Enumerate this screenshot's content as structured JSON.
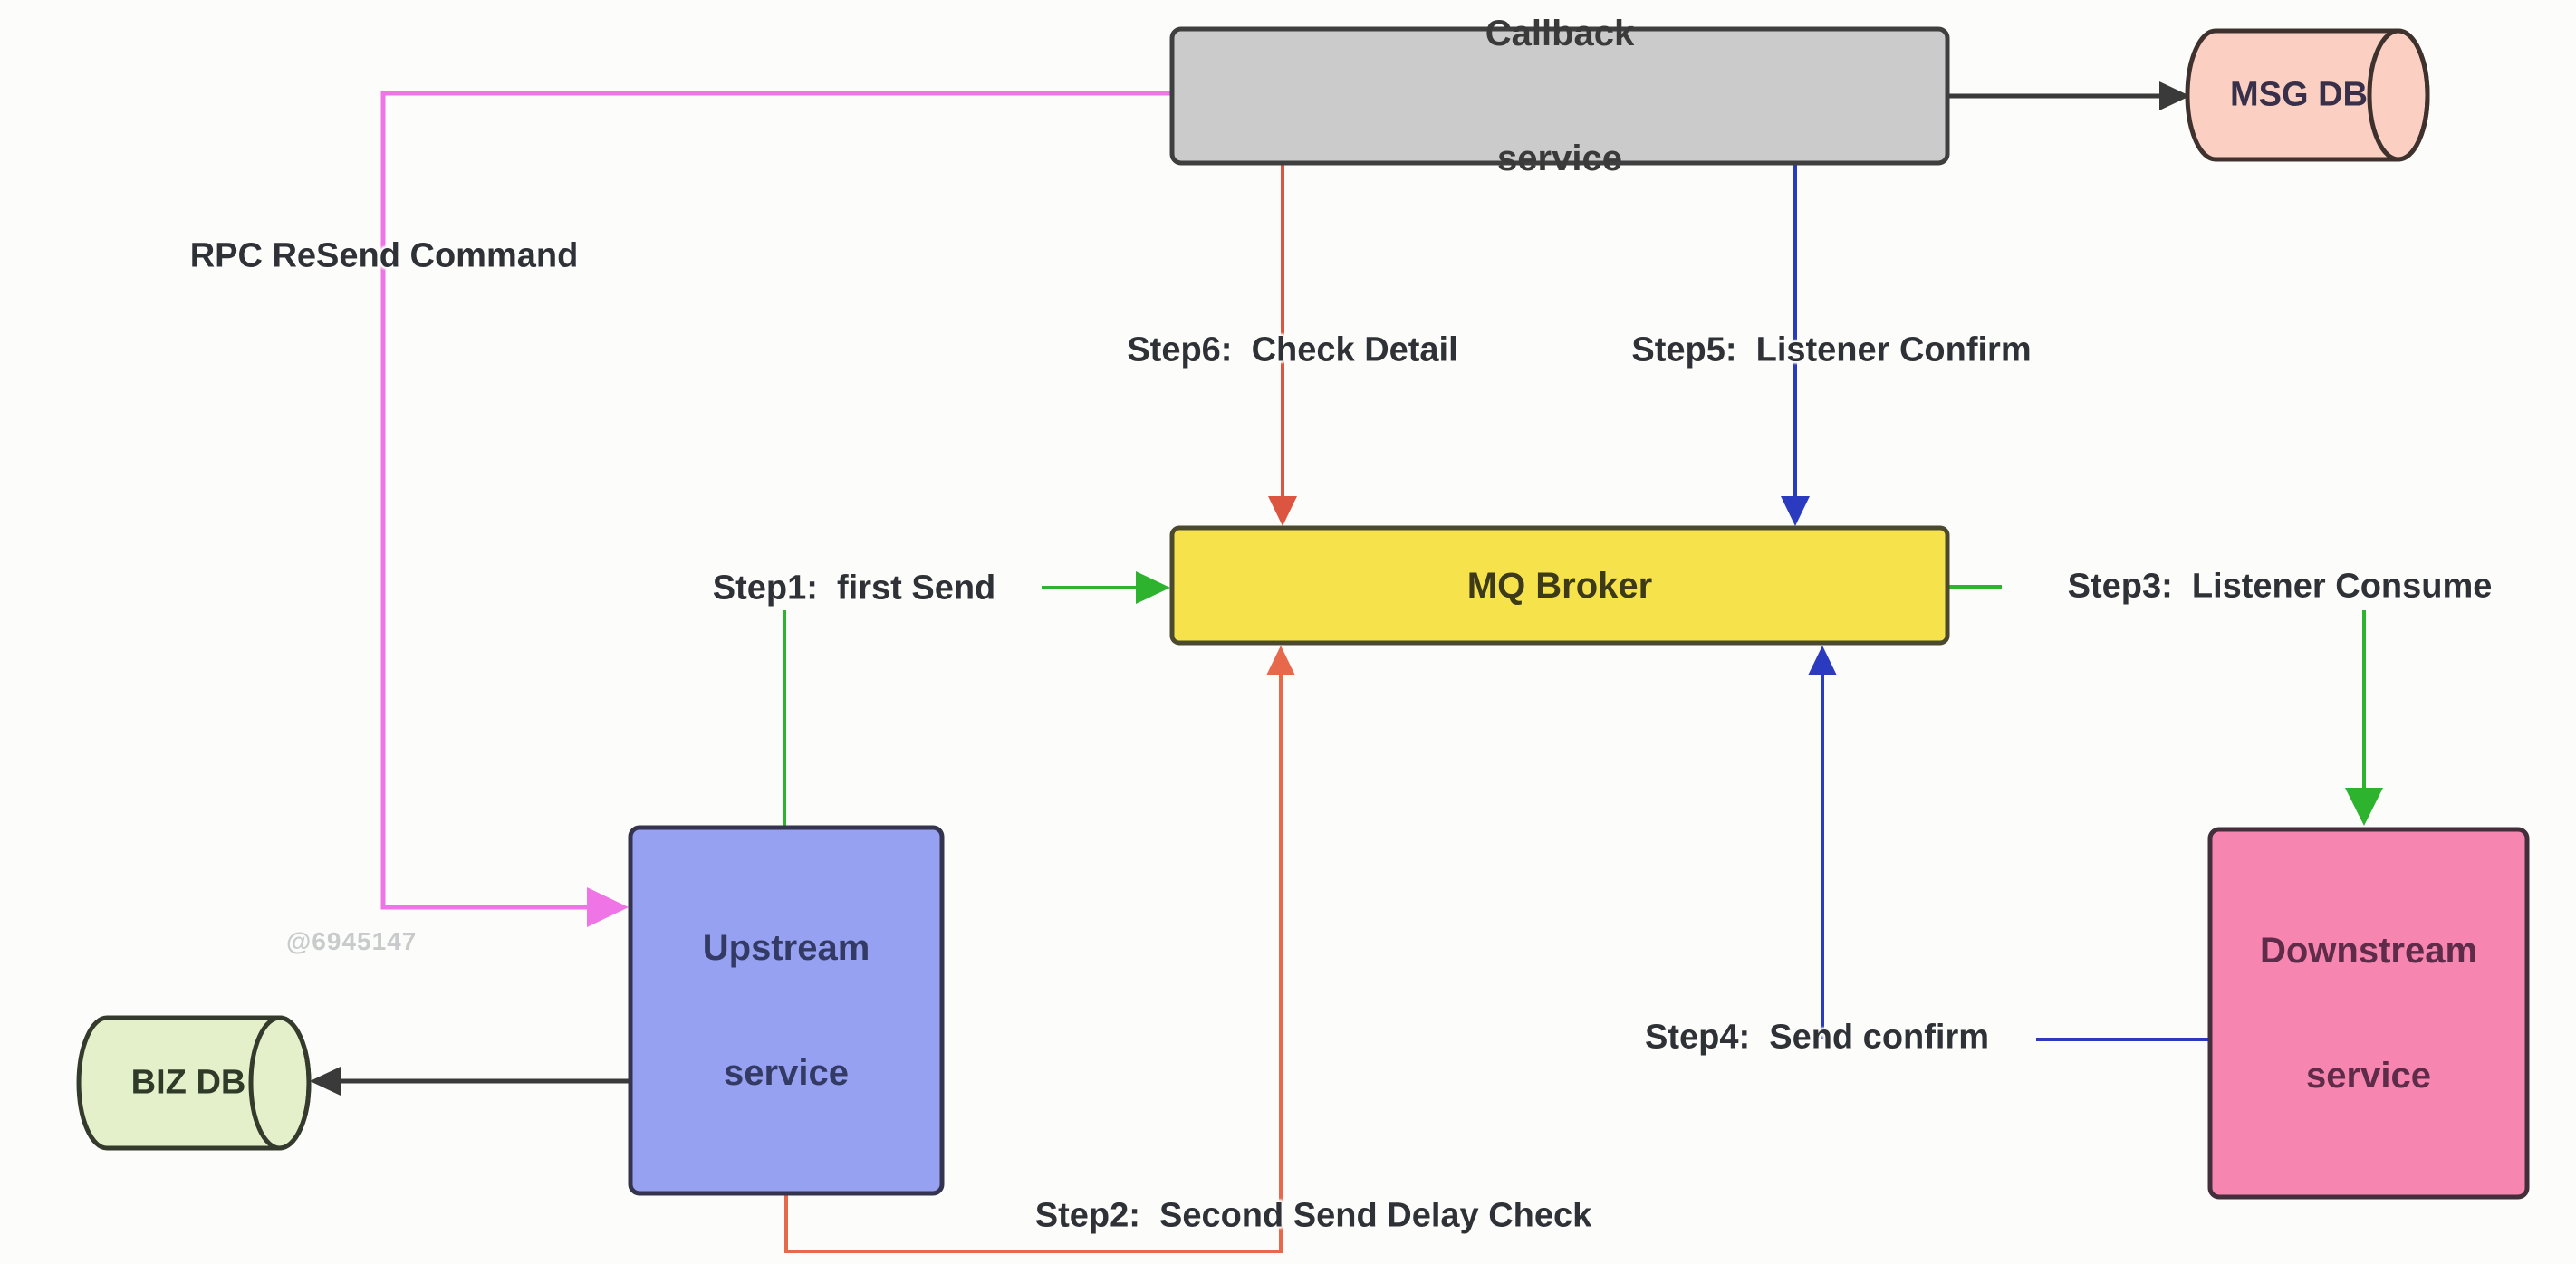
{
  "page": {
    "background": "#fcfcfa",
    "watermark": "@6945147"
  },
  "nodes": {
    "callback_service": {
      "label_lines": [
        "Callback",
        "service"
      ],
      "fill": "#cbcbcb",
      "text_color": "#3a3a3a"
    },
    "mq_broker": {
      "label": "MQ Broker",
      "fill": "#f6e34c",
      "text_color": "#3d3a1a"
    },
    "upstream_service": {
      "label_lines": [
        "Upstream",
        "service"
      ],
      "fill": "#97a1f1",
      "text_color": "#333a63"
    },
    "downstream_service": {
      "label_lines": [
        "Downstream",
        "service"
      ],
      "fill": "#f685af",
      "text_color": "#5e2b49"
    },
    "msg_db": {
      "label": "MSG DB",
      "fill": "#fbd0c2",
      "text_color": "#38304a"
    },
    "biz_db": {
      "label": "BIZ DB",
      "fill": "#e3f0c9",
      "text_color": "#2f3a28"
    }
  },
  "edges": {
    "label_color": "#2e3135",
    "rpc_resend": {
      "label": "RPC ReSend Command",
      "color": "#ef74e6"
    },
    "step1": {
      "label": "Step1:  first Send",
      "color": "#2db32e"
    },
    "step2": {
      "label": "Step2:  Second Send Delay Check",
      "color": "#e8684c"
    },
    "step3": {
      "label": "Step3:  Listener Consume",
      "color": "#2db32e"
    },
    "step4": {
      "label": "Step4:  Send confirm",
      "color": "#2b3bbf"
    },
    "step5": {
      "label": "Step5:  Listener Confirm",
      "color": "#2b3bbf"
    },
    "step6": {
      "label": "Step6:  Check Detail",
      "color": "#dc5540"
    },
    "callback_to_msgdb": {
      "color": "#3a3a3a"
    },
    "upstream_to_bizdb": {
      "color": "#3a3a3a"
    }
  }
}
